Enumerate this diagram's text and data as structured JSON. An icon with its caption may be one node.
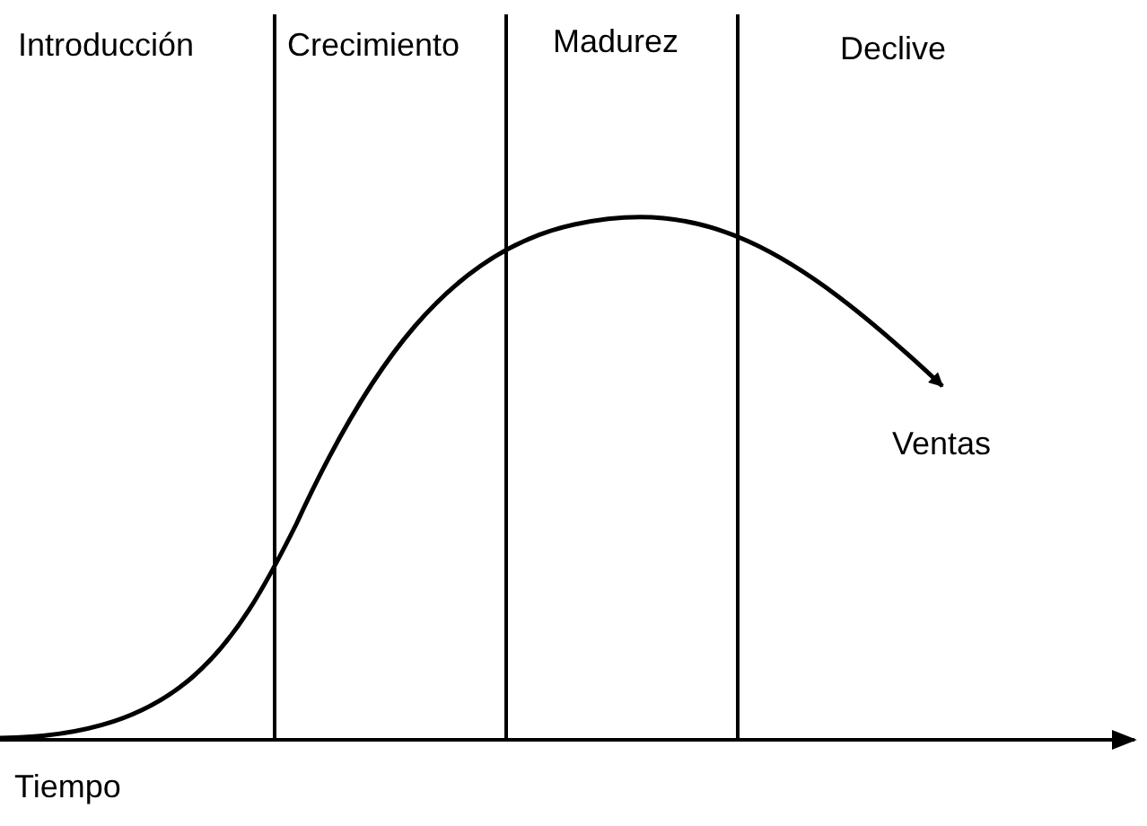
{
  "diagram": {
    "labels": [
      "Introducción",
      "Crecimiento",
      "Madurez",
      "Declive",
      "Ventas",
      "Tiempo"
    ]
  }
}
